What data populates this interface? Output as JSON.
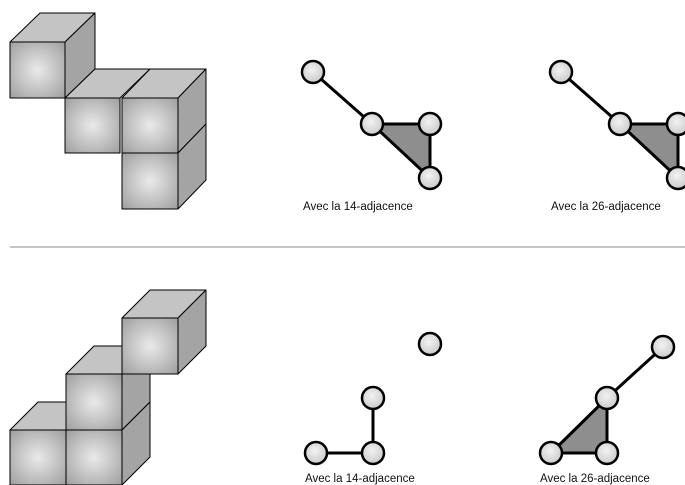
{
  "rows": [
    {
      "captions": [
        "Avec la 14-adjacence",
        "Avec la 26-adjacence"
      ],
      "graph_14": {
        "nodes": 4,
        "edges": [
          [
            0,
            1
          ],
          [
            1,
            2
          ],
          [
            1,
            3
          ],
          [
            2,
            3
          ]
        ],
        "filled_triangles": [
          [
            1,
            2,
            3
          ]
        ]
      },
      "graph_26": {
        "nodes": 4,
        "edges": [
          [
            0,
            1
          ],
          [
            1,
            2
          ],
          [
            1,
            3
          ],
          [
            2,
            3
          ]
        ],
        "filled_triangles": [
          [
            1,
            2,
            3
          ]
        ]
      }
    },
    {
      "captions": [
        "Avec la 14-adjacence",
        "Avec la 26-adjacence"
      ],
      "graph_14": {
        "nodes": 4,
        "edges": [
          [
            1,
            2
          ],
          [
            2,
            3
          ]
        ],
        "filled_triangles": []
      },
      "graph_26": {
        "nodes": 4,
        "edges": [
          [
            0,
            1
          ],
          [
            1,
            2
          ],
          [
            1,
            3
          ],
          [
            2,
            3
          ]
        ],
        "filled_triangles": [
          [
            1,
            2,
            3
          ]
        ]
      }
    }
  ],
  "colors": {
    "cube_face_center": "#eaeaea",
    "cube_face_edge": "#9c9c9c",
    "outline": "#000000",
    "node_fill": "#dcdcdc",
    "triangle_fill": "#8e8e8e",
    "divider": "#888888"
  }
}
